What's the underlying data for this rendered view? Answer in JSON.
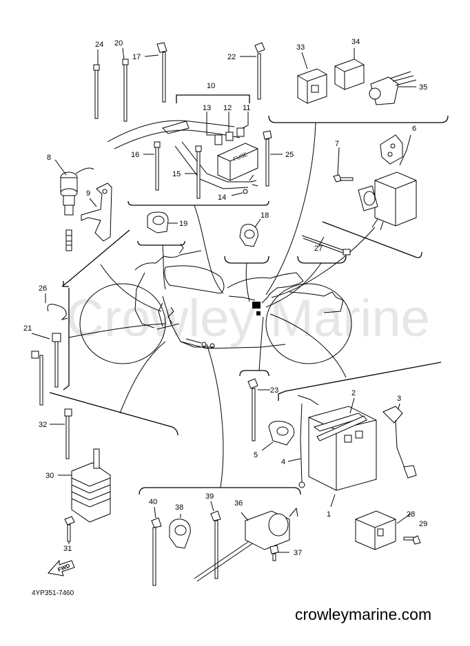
{
  "watermark": "Crowley Marine",
  "part_number": "4YP351-7460",
  "site_url": "crowleymarine.com",
  "fwd_label": "FWD",
  "fuse_label": "FUSE",
  "callouts": [
    "1",
    "2",
    "3",
    "4",
    "5",
    "6",
    "7",
    "8",
    "9",
    "10",
    "11",
    "12",
    "13",
    "14",
    "15",
    "16",
    "17",
    "18",
    "19",
    "20",
    "21",
    "22",
    "23",
    "24",
    "25",
    "26",
    "27",
    "28",
    "29",
    "30",
    "31",
    "32",
    "33",
    "34",
    "35",
    "36",
    "37",
    "38",
    "39",
    "40"
  ]
}
